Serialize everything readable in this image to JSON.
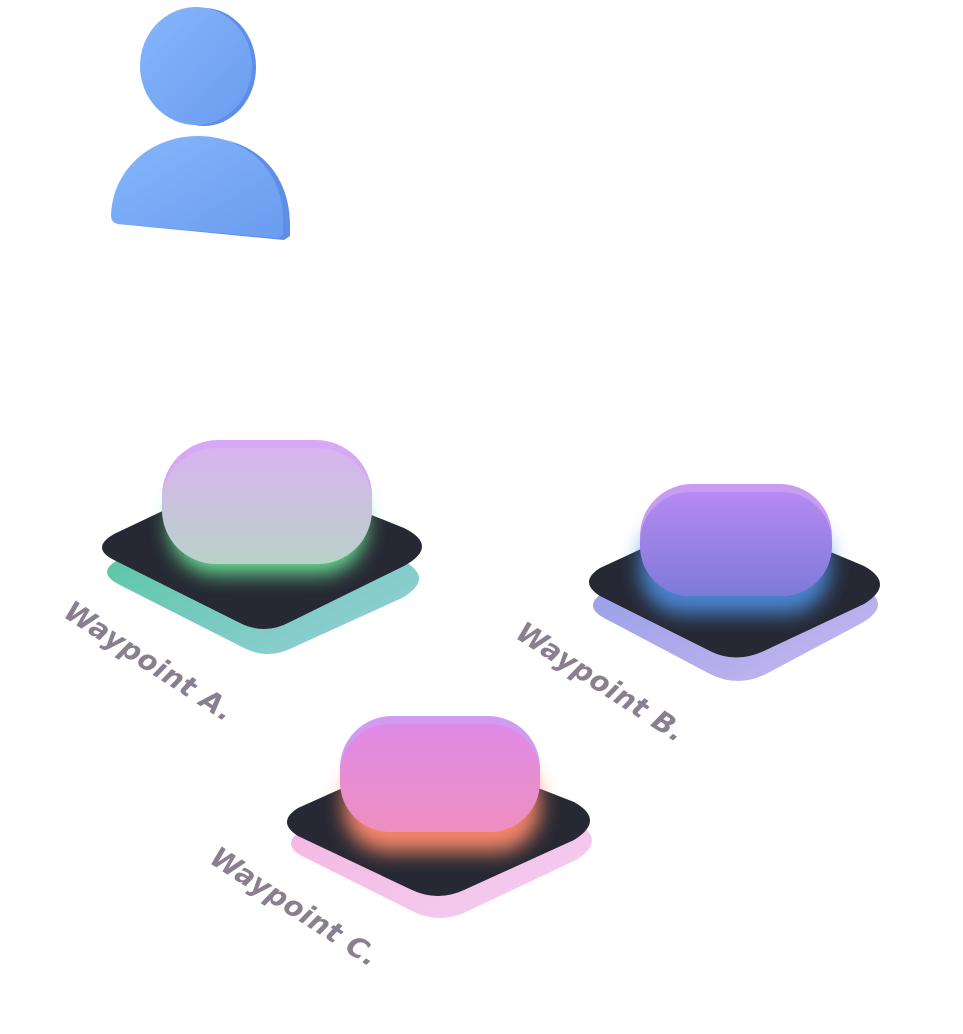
{
  "colors": {
    "background": "#ffffff",
    "user_icon": "#7aaaf6",
    "user_icon_shade": "#5f8fe6",
    "pad_base": "#262833",
    "label": "#8a7f8e",
    "button_top": "#d9a6f2"
  },
  "user_icon": {
    "name": "user-icon"
  },
  "waypoints": [
    {
      "label": "Waypoint A.",
      "glow_color": "#6ee89a",
      "under_color": "#4cc49a",
      "under_color_2": "#9ad0dc",
      "button_fill": "#c7bde0"
    },
    {
      "label": "Waypoint B.",
      "glow_color": "#4e8fe0",
      "under_color": "#8f9be6",
      "under_color_2": "#c8b8f0",
      "button_fill": "#9b7be0"
    },
    {
      "label": "Waypoint C.",
      "glow_color": "#ff8a6a",
      "under_color": "#f3b2e0",
      "under_color_2": "#f5d0f0",
      "button_fill": "#e98fcc"
    }
  ]
}
